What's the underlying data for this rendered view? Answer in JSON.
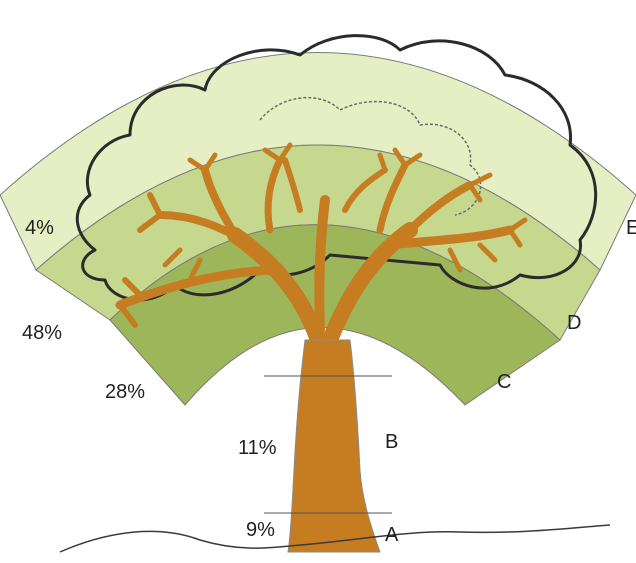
{
  "figure": {
    "zones": [
      {
        "letter": "A",
        "percent": "9%",
        "fill": "#c67d22"
      },
      {
        "letter": "B",
        "percent": "11%",
        "fill": "#c67d22"
      },
      {
        "letter": "C",
        "percent": "28%",
        "fill": "#9eb65a"
      },
      {
        "letter": "D",
        "percent": "48%",
        "fill": "#c5d88d"
      },
      {
        "letter": "E",
        "percent": "4%",
        "fill": "#e6efc3"
      }
    ]
  },
  "colors": {
    "trunk": "#c67d22",
    "outline": "#2b2b2b",
    "ground_line": "#3a3a3a"
  }
}
